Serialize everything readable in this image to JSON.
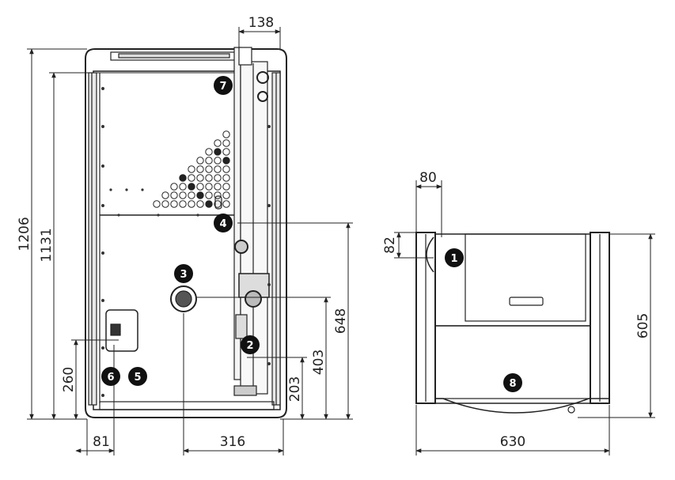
{
  "front_view": {
    "dimensions": {
      "total_height": "1206",
      "body_height": "1131",
      "pipe_offset_top": "138",
      "conn_4_height": "648",
      "conn_3_height": "403",
      "conn_2_height": "203",
      "conn_6_height": "260",
      "conn_6_offset": "81",
      "conn_3_offset": "316"
    },
    "badges": [
      "1",
      "2",
      "3",
      "4",
      "5",
      "6",
      "7",
      "8"
    ]
  },
  "side_view": {
    "dimensions": {
      "top_offset": "80",
      "top_height": "82",
      "total_depth": "630",
      "side_height": "605"
    }
  }
}
